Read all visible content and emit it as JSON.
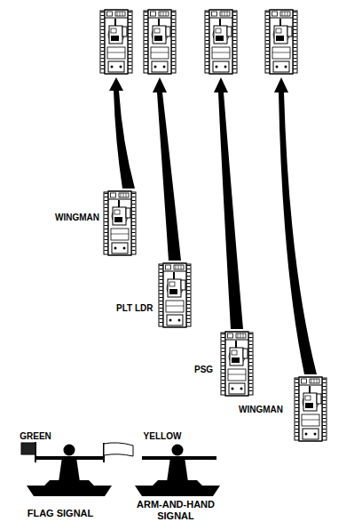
{
  "diagram": {
    "nodes": [
      {
        "text": [
          "WINGMAN"
        ]
      },
      {
        "text": [
          "PLT LDR"
        ]
      },
      {
        "text": [
          "PSG"
        ]
      },
      {
        "text": [
          "WINGMAN"
        ]
      }
    ],
    "labels": [
      "GREEN",
      "YELLOW",
      "FLAG SIGNAL",
      "ARM-AND-HAND SIGNAL"
    ]
  }
}
